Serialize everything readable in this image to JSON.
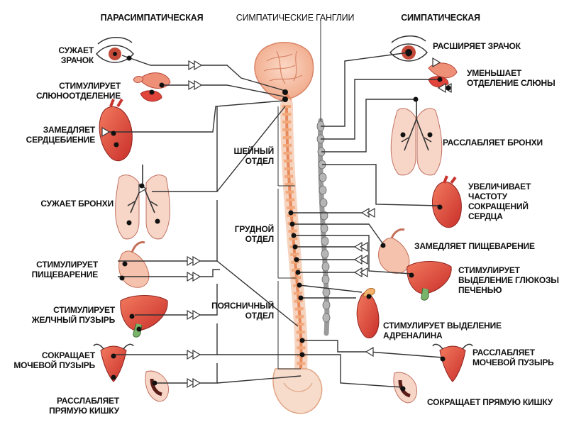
{
  "headers": {
    "parasympathetic": "ПАРАСИМПАТИЧЕСКАЯ",
    "ganglia": "СИМПАТИЧЕСКИЕ ГАНГЛИИ",
    "sympathetic": "СИМПАТИЧЕСКАЯ"
  },
  "sections": {
    "cervical": "ШЕЙНЫЙ\nОТДЕЛ",
    "thoracic": "ГРУДНОЙ\nОТДЕЛ",
    "lumbar": "ПОЯСНИЧНЫЙ\nОТДЕЛ"
  },
  "left": {
    "pupil": "СУЖАЕТ\nЗРАЧОК",
    "saliva": "СТИМУЛИРУЕТ\nСЛЮНООТДЕЛЕНИЕ",
    "heart": "ЗАМЕДЛЯЕТ\nСЕРДЦЕБИЕНИЕ",
    "bronchi": "СУЖАЕТ БРОНХИ",
    "digestion": "СТИМУЛИРУЕТ\nПИЩЕВАРЕНИЕ",
    "gallbladder": "СТИМУЛИРУЕТ\nЖЕЛЧНЫЙ ПУЗЫРЬ",
    "bladder": "СОКРАЩАЕТ\nМОЧЕВОЙ ПУЗЫРЬ",
    "rectum": "РАССЛАБЛЯЕТ\nПРЯМУЮ КИШКУ"
  },
  "right": {
    "pupil": "РАСШИРЯЕТ ЗРАЧОК",
    "saliva": "УМЕНЬШАЕТ\nОТДЕЛЕНИЕ СЛЮНЫ",
    "bronchi": "РАССЛАБЛЯЕТ БРОНХИ",
    "heart": "УВЕЛИЧИВАЕТ\nЧАСТОТУ\nСОКРАЩЕНИЙ\nСЕРДЦА",
    "digestion": "ЗАМЕДЛЯЕТ ПИЩЕВАРЕНИЕ",
    "glucose": "СТИМУЛИРУЕТ\nВЫДЕЛЕНИЕ ГЛЮКОЗЫ\nПЕЧЕНЬЮ",
    "adrenaline": "СТИМУЛИРУЕТ ВЫДЕЛЕНИЕ АДРЕНАЛИНА",
    "bladder": "РАССЛАБЛЯЕТ\nМОЧЕВОЙ ПУЗЫРЬ",
    "rectum": "СОКРАЩАЕТ ПРЯМУЮ КИШКУ"
  },
  "colors": {
    "organ": "#e0443a",
    "organ_light": "#f6c9b6",
    "spine": "#f2a97c",
    "nerve_line": "#333333",
    "ganglion": "#8e8e8e"
  }
}
